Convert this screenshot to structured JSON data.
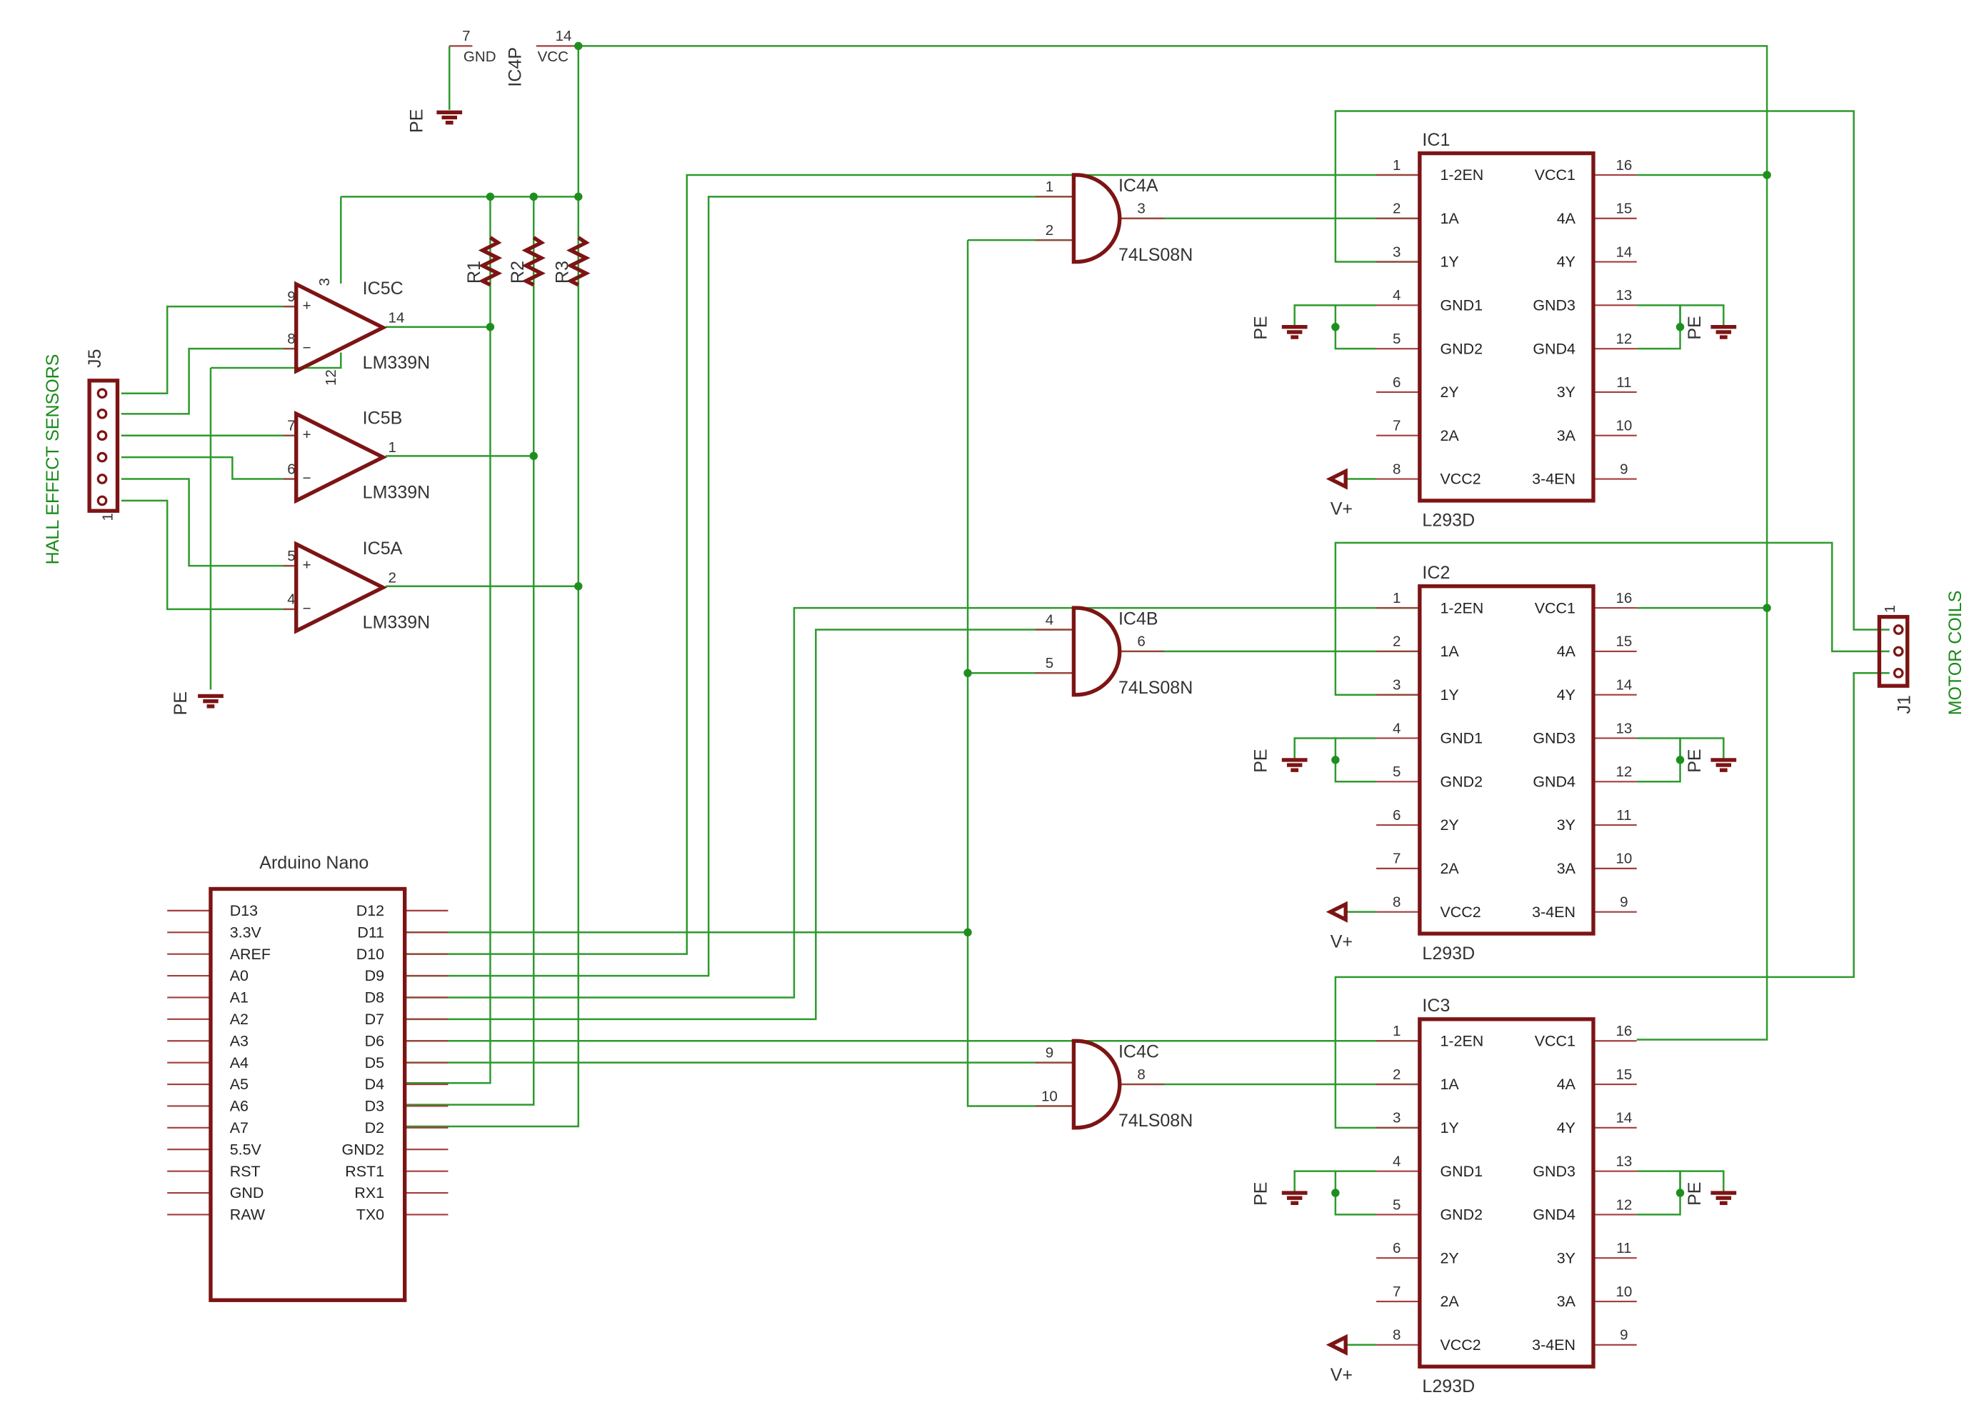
{
  "colors": {
    "wire": "#2e9a2e",
    "junction": "#1e8f1e",
    "component": "#7d1414",
    "pin": "#a33d3d",
    "label": "#1a8a1a",
    "text": "#222222"
  },
  "power": {
    "gnd_pin_num": "7",
    "gnd_label": "GND",
    "vcc_pin_num": "14",
    "vcc_label": "VCC",
    "ic4p_label": "IC4P",
    "pe_label": "PE",
    "vplus_label": "V+"
  },
  "labels": {
    "hall_sensors": "HALL EFFECT SENSORS",
    "motor_coils": "MOTOR COILS"
  },
  "connectors": {
    "j5": {
      "name": "J5",
      "pin1": "1"
    },
    "j1": {
      "name": "J1",
      "pin1": "1"
    }
  },
  "resistors": [
    "R1",
    "R2",
    "R3"
  ],
  "comparators": [
    {
      "name": "IC5C",
      "part": "LM339N",
      "plus": "9",
      "minus": "8",
      "out": "14",
      "vpos": "3",
      "vneg": "12"
    },
    {
      "name": "IC5B",
      "part": "LM339N",
      "plus": "7",
      "minus": "6",
      "out": "1"
    },
    {
      "name": "IC5A",
      "part": "LM339N",
      "plus": "5",
      "minus": "4",
      "out": "2"
    }
  ],
  "and_gates": [
    {
      "name": "IC4A",
      "part": "74LS08N",
      "in1": "1",
      "in2": "2",
      "out": "3"
    },
    {
      "name": "IC4B",
      "part": "74LS08N",
      "in1": "4",
      "in2": "5",
      "out": "6"
    },
    {
      "name": "IC4C",
      "part": "74LS08N",
      "in1": "9",
      "in2": "10",
      "out": "8"
    }
  ],
  "drivers": {
    "part": "L293D",
    "names": [
      "IC1",
      "IC2",
      "IC3"
    ],
    "left_pins": [
      {
        "num": "1",
        "name": "1-2EN"
      },
      {
        "num": "2",
        "name": "1A"
      },
      {
        "num": "3",
        "name": "1Y"
      },
      {
        "num": "4",
        "name": "GND1"
      },
      {
        "num": "5",
        "name": "GND2"
      },
      {
        "num": "6",
        "name": "2Y"
      },
      {
        "num": "7",
        "name": "2A"
      },
      {
        "num": "8",
        "name": "VCC2"
      }
    ],
    "right_pins": [
      {
        "num": "16",
        "name": "VCC1"
      },
      {
        "num": "15",
        "name": "4A"
      },
      {
        "num": "14",
        "name": "4Y"
      },
      {
        "num": "13",
        "name": "GND3"
      },
      {
        "num": "12",
        "name": "GND4"
      },
      {
        "num": "11",
        "name": "3Y"
      },
      {
        "num": "10",
        "name": "3A"
      },
      {
        "num": "9",
        "name": "3-4EN"
      }
    ]
  },
  "arduino": {
    "title": "Arduino Nano",
    "left_pins": [
      "D13",
      "3.3V",
      "AREF",
      "A0",
      "A1",
      "A2",
      "A3",
      "A4",
      "A5",
      "A6",
      "A7",
      "5.5V",
      "RST",
      "GND",
      "RAW"
    ],
    "right_pins": [
      "D12",
      "D11",
      "D10",
      "D9",
      "D8",
      "D7",
      "D6",
      "D5",
      "D4",
      "D3",
      "D2",
      "GND2",
      "RST1",
      "RX1",
      "TX0"
    ]
  }
}
